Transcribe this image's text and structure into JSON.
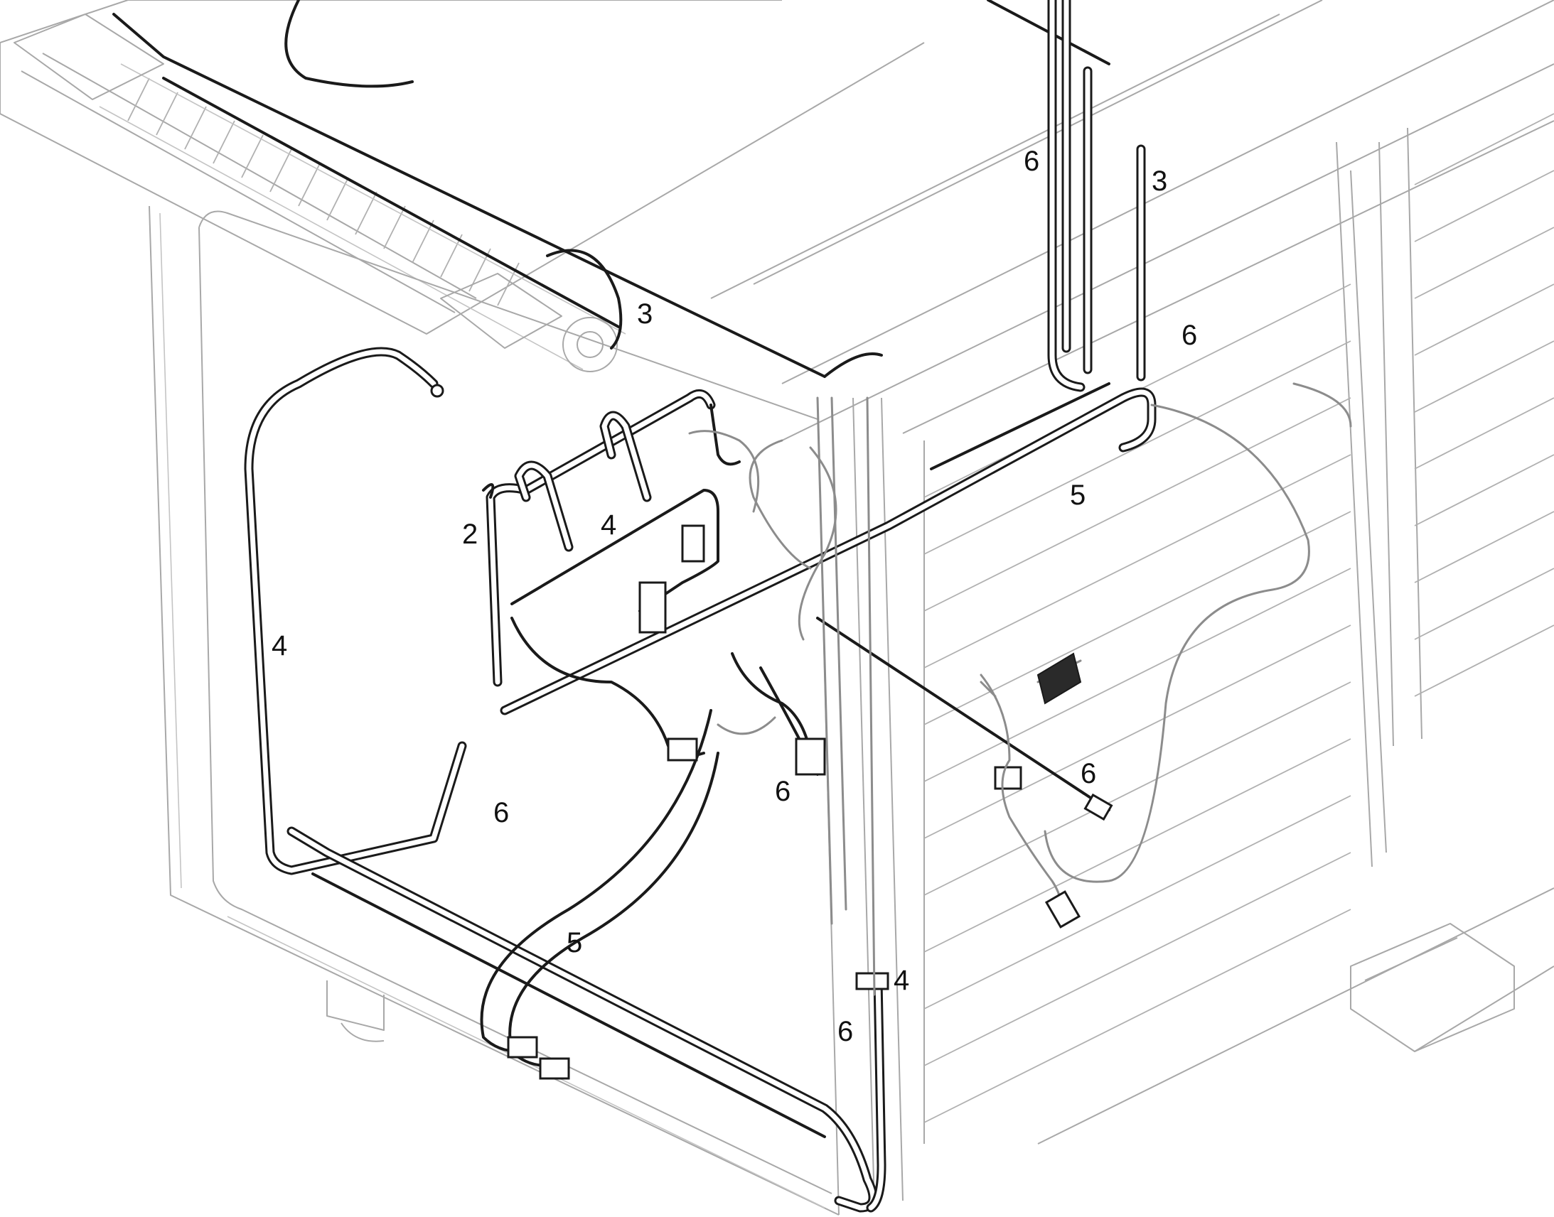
{
  "callouts": [
    {
      "id": "callout-6-top",
      "text": "6"
    },
    {
      "id": "callout-3-top-right",
      "text": "3"
    },
    {
      "id": "callout-3-top-left",
      "text": "3"
    },
    {
      "id": "callout-6-upper-right",
      "text": "6"
    },
    {
      "id": "callout-2",
      "text": "2"
    },
    {
      "id": "callout-4-upper",
      "text": "4"
    },
    {
      "id": "callout-5-right",
      "text": "5"
    },
    {
      "id": "callout-4-left",
      "text": "4"
    },
    {
      "id": "callout-6-middle-right",
      "text": "6"
    },
    {
      "id": "callout-6-center",
      "text": "6"
    },
    {
      "id": "callout-6-left",
      "text": "6"
    },
    {
      "id": "callout-5-lower",
      "text": "5"
    },
    {
      "id": "callout-4-lower",
      "text": "4"
    },
    {
      "id": "callout-6-bottom",
      "text": "6"
    }
  ]
}
